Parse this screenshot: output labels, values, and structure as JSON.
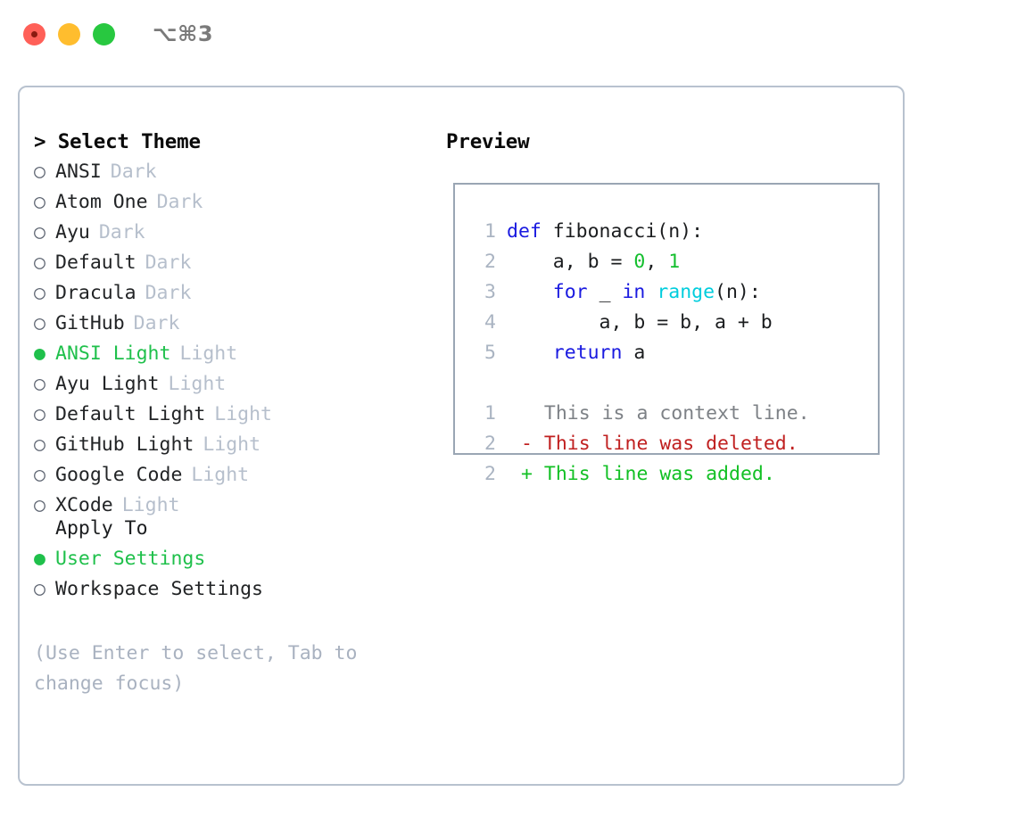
{
  "titlebar": {
    "shortcut": "⌥⌘3",
    "lights": [
      "close",
      "minimize",
      "maximize"
    ]
  },
  "theme_picker": {
    "header": "> Select Theme",
    "bullet_selected": "●",
    "bullet_unselected": "○",
    "items": [
      {
        "name": "ANSI",
        "tag": "Dark",
        "selected": false
      },
      {
        "name": "Atom One",
        "tag": "Dark",
        "selected": false
      },
      {
        "name": "Ayu",
        "tag": "Dark",
        "selected": false
      },
      {
        "name": "Default",
        "tag": "Dark",
        "selected": false
      },
      {
        "name": "Dracula",
        "tag": "Dark",
        "selected": false
      },
      {
        "name": "GitHub",
        "tag": "Dark",
        "selected": false
      },
      {
        "name": "ANSI Light",
        "tag": "Light",
        "selected": true
      },
      {
        "name": "Ayu Light",
        "tag": "Light",
        "selected": false
      },
      {
        "name": "Default Light",
        "tag": "Light",
        "selected": false
      },
      {
        "name": "GitHub Light",
        "tag": "Light",
        "selected": false
      },
      {
        "name": "Google Code",
        "tag": "Light",
        "selected": false
      },
      {
        "name": "XCode",
        "tag": "Light",
        "selected": false
      }
    ]
  },
  "apply_to": {
    "header": "Apply To",
    "options": [
      {
        "label": "User Settings",
        "selected": true
      },
      {
        "label": "Workspace Settings",
        "selected": false
      }
    ]
  },
  "hint": "(Use Enter to select, Tab to change focus)",
  "preview": {
    "header": "Preview",
    "code_lines": [
      {
        "number": "1",
        "tokens": [
          {
            "t": "def ",
            "c": "kw"
          },
          {
            "t": "fibonacci(n):",
            "c": "plain"
          }
        ]
      },
      {
        "number": "2",
        "tokens": [
          {
            "t": "    a, b = ",
            "c": "plain"
          },
          {
            "t": "0",
            "c": "num"
          },
          {
            "t": ", ",
            "c": "plain"
          },
          {
            "t": "1",
            "c": "num"
          }
        ]
      },
      {
        "number": "3",
        "tokens": [
          {
            "t": "    ",
            "c": "plain"
          },
          {
            "t": "for",
            "c": "kw"
          },
          {
            "t": " _ ",
            "c": "plain"
          },
          {
            "t": "in",
            "c": "kw"
          },
          {
            "t": " ",
            "c": "plain"
          },
          {
            "t": "range",
            "c": "fn"
          },
          {
            "t": "(n):",
            "c": "plain"
          }
        ]
      },
      {
        "number": "4",
        "tokens": [
          {
            "t": "        a, b = b, a + b",
            "c": "plain"
          }
        ]
      },
      {
        "number": "5",
        "tokens": [
          {
            "t": "    ",
            "c": "plain"
          },
          {
            "t": "return",
            "c": "kw"
          },
          {
            "t": " a",
            "c": "plain"
          }
        ]
      }
    ],
    "diff_lines": [
      {
        "number": "1",
        "marker": " ",
        "text": " This is a context line.",
        "kind": "ctx"
      },
      {
        "number": "2",
        "marker": "-",
        "text": " This line was deleted.",
        "kind": "del"
      },
      {
        "number": "2",
        "marker": "+",
        "text": " This line was added.",
        "kind": "add"
      }
    ]
  },
  "colors": {
    "accent_green": "#1fc04b",
    "tag_gray": "#b6bfcc",
    "border": "#b8c2cf",
    "panel_border": "#9aa6b4",
    "keyword_blue": "#1a1ae0",
    "function_cyan": "#00cddd",
    "number_green": "#14bf2e",
    "diff_delete_red": "#c02020",
    "diff_add_green": "#12c024",
    "line_number": "#aab4c2",
    "hint_gray": "#a9b2c0"
  }
}
